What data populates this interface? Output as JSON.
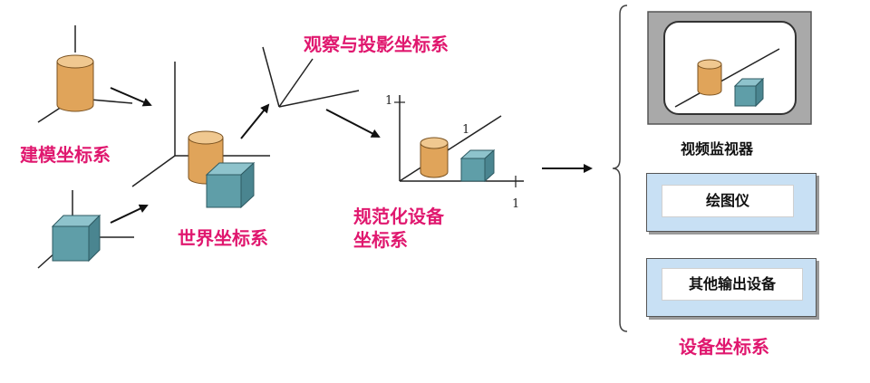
{
  "stages": {
    "modeling": "建模坐标系",
    "world": "世界坐标系",
    "viewing": "观察与投影坐标系",
    "normalized_line1": "规范化设备",
    "normalized_line2": "坐标系",
    "device": "设备坐标系"
  },
  "axis_ticks": {
    "y_max": "1",
    "z_mark": "1",
    "x_max": "1"
  },
  "devices": {
    "monitor": "视频监视器",
    "plotter": "绘图仪",
    "other": "其他输出设备"
  },
  "colors": {
    "label": "#e0186f",
    "cylinder": "#e0a45a",
    "cube": "#5f9ea8",
    "device_panel": "#c8e0f4"
  }
}
